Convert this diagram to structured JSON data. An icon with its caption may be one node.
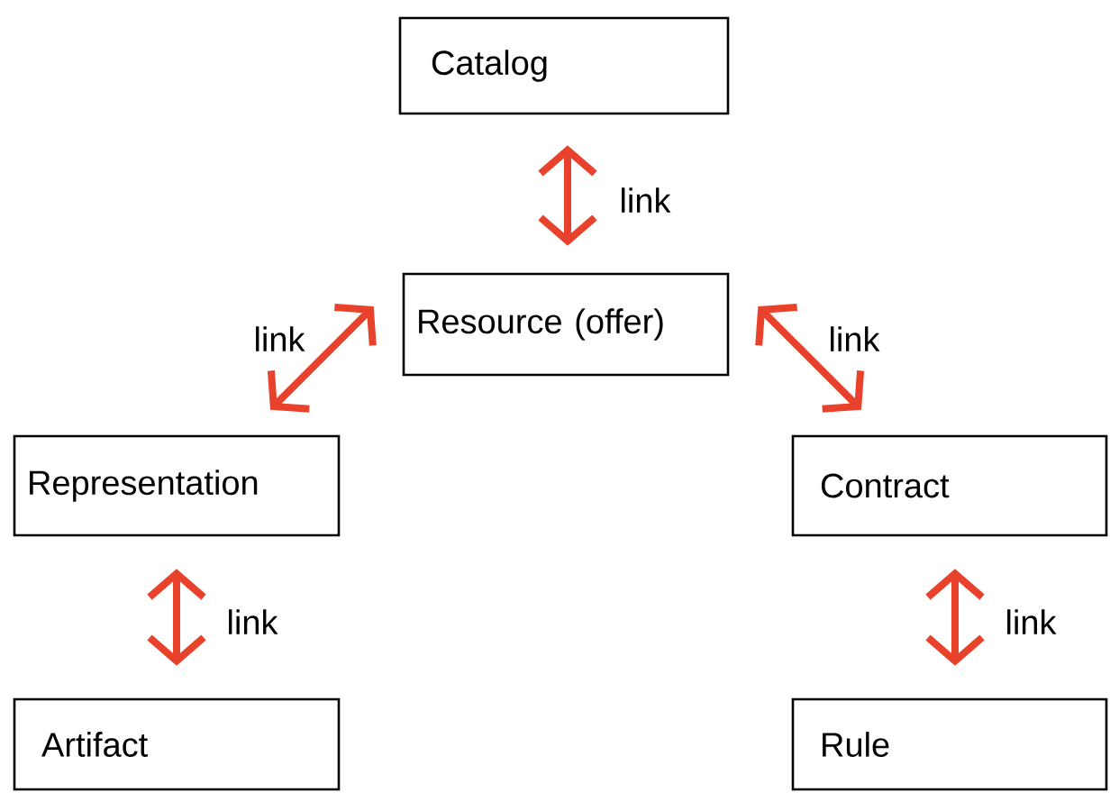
{
  "diagram": {
    "nodes": [
      {
        "text": [
          "Catalog"
        ]
      },
      {
        "text": [
          "Resource (offer)"
        ]
      },
      {
        "text": [
          "Representation"
        ]
      },
      {
        "text": [
          "Contract"
        ]
      },
      {
        "text": [
          "Artifact"
        ]
      },
      {
        "text": [
          "Rule"
        ]
      }
    ],
    "edges": [
      {
        "from": 0,
        "to": 1,
        "arrow": "both",
        "label": "link"
      },
      {
        "from": 1,
        "to": 2,
        "arrow": "both",
        "label": "link"
      },
      {
        "from": 1,
        "to": 3,
        "arrow": "both",
        "label": "link"
      },
      {
        "from": 2,
        "to": 4,
        "arrow": "both",
        "label": "link"
      },
      {
        "from": 3,
        "to": 5,
        "arrow": "both",
        "label": "link"
      }
    ]
  }
}
